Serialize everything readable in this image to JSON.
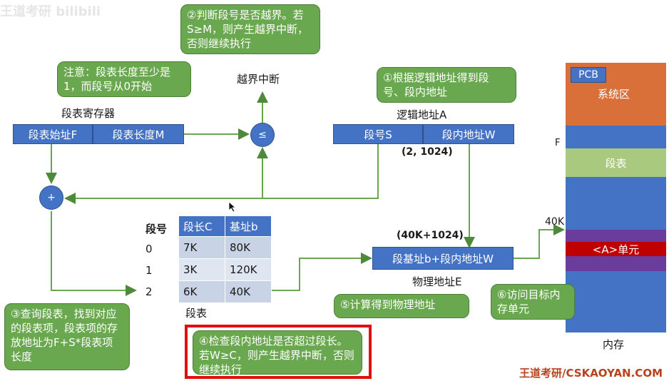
{
  "watermark_logo": "王道考研 bilibili",
  "segment_register": {
    "title": "段表寄存器",
    "start_label": "段表始址F",
    "length_label": "段表长度M"
  },
  "compare_symbol": "≤",
  "add_symbol": "+",
  "out_of_bounds_label": "越界中断",
  "logical_address": {
    "title": "逻辑地址A",
    "segment_label": "段号S",
    "offset_label": "段内地址W",
    "example": "(2, 1024)"
  },
  "segment_table": {
    "caption": "段表",
    "row_header": "段号",
    "columns": [
      "段长C",
      "基址b"
    ],
    "rows": [
      {
        "no": "0",
        "length": "7K",
        "base": "80K"
      },
      {
        "no": "1",
        "length": "3K",
        "base": "120K"
      },
      {
        "no": "2",
        "length": "6K",
        "base": "40K"
      }
    ]
  },
  "physical_address": {
    "value_label": "(40K+1024)",
    "box_label": "段基址b+段内地址W",
    "title": "物理地址E"
  },
  "memory": {
    "pcb_label": "PCB",
    "system_label": "系统区",
    "f_label": "F",
    "segment_table_label": "段表",
    "addr_40k": "40K",
    "target_label": "<A>单元",
    "caption": "内存"
  },
  "callouts": {
    "c1": "①根据逻辑地址得到段号、段内地址",
    "c2": "②判断段号是否越界。若S≥M，则产生越界中断，否则继续执行",
    "c3": "③查询段表，找到对应的段表项，段表项的存放地址为F+S*段表项长度",
    "c4": "④检查段内地址是否超过段长。若W≥C，则产生越界中断，否则继续执行",
    "c5": "⑤计算得到物理地址",
    "c6": "⑥访问目标内存单元",
    "note": "注意：段表长度至少是1，而段号从0开始"
  },
  "brand": "王道考研/CSKAOYAN.COM",
  "colors": {
    "blue": "#4472c4",
    "green": "#6aa84f",
    "orange": "#d9703a",
    "lightgreen": "#a9c97e",
    "purple": "#6a3c9c",
    "red": "#c00000"
  }
}
